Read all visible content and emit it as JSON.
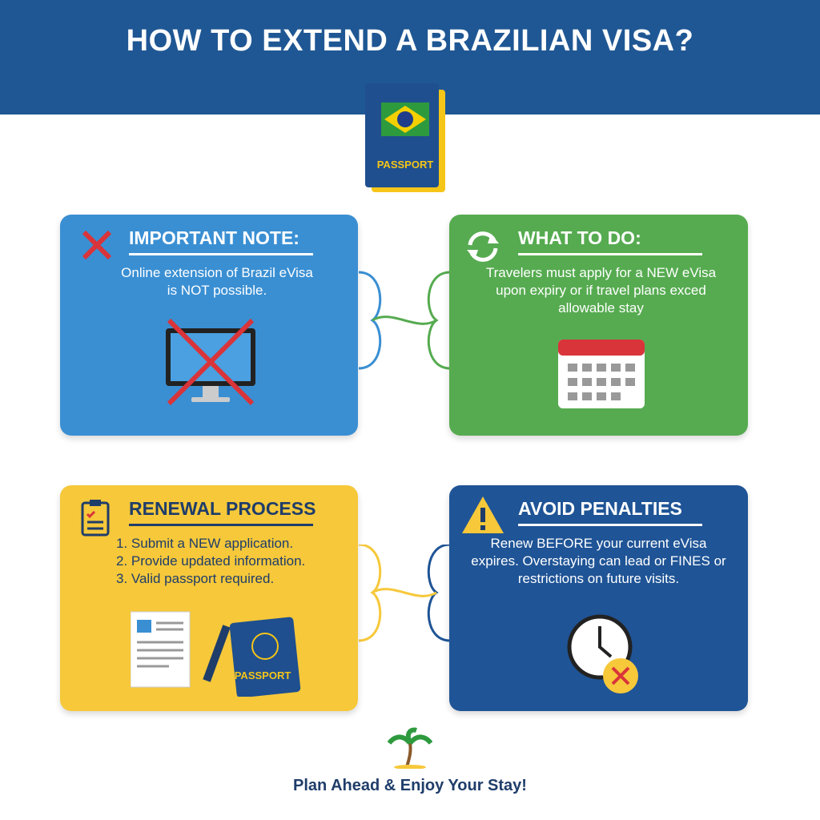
{
  "header": {
    "title": "HOW TO EXTEND A BRAZILIAN VISA?"
  },
  "passport_label": "PASSPORT",
  "cards": [
    {
      "title": "IMPORTANT NOTE:",
      "body": "Online extension of Brazil eVisa is NOT possible."
    },
    {
      "title": "WHAT TO DO:",
      "body": "Travelers must apply for a NEW eVisa upon expiry or if travel plans exced allowable stay"
    },
    {
      "title": "RENEWAL PROCESS",
      "steps": [
        "1. Submit a NEW application.",
        "2. Provide updated information.",
        "3. Valid passport required."
      ],
      "passport_label": "PASSPORT"
    },
    {
      "title": "AVOID PENALTIES",
      "body": "Renew BEFORE your current eVisa expires.  Overstaying can lead or FINES or restrictions on future visits."
    }
  ],
  "footer": "Plan Ahead & Enjoy Your Stay!"
}
